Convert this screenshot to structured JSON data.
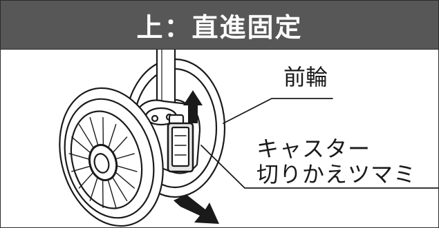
{
  "banner": {
    "title": "上：直進固定"
  },
  "labels": {
    "front_wheel": "前輪",
    "caster_switch_line1": "キャスター",
    "caster_switch_line2": "切りかえツマミ"
  },
  "colors": {
    "banner_bg": "#575757",
    "banner_text": "#ffffff",
    "line": "#1a1a1a",
    "background": "#ffffff"
  },
  "icons": [
    "up-arrow-icon",
    "direction-arrow-icon"
  ]
}
